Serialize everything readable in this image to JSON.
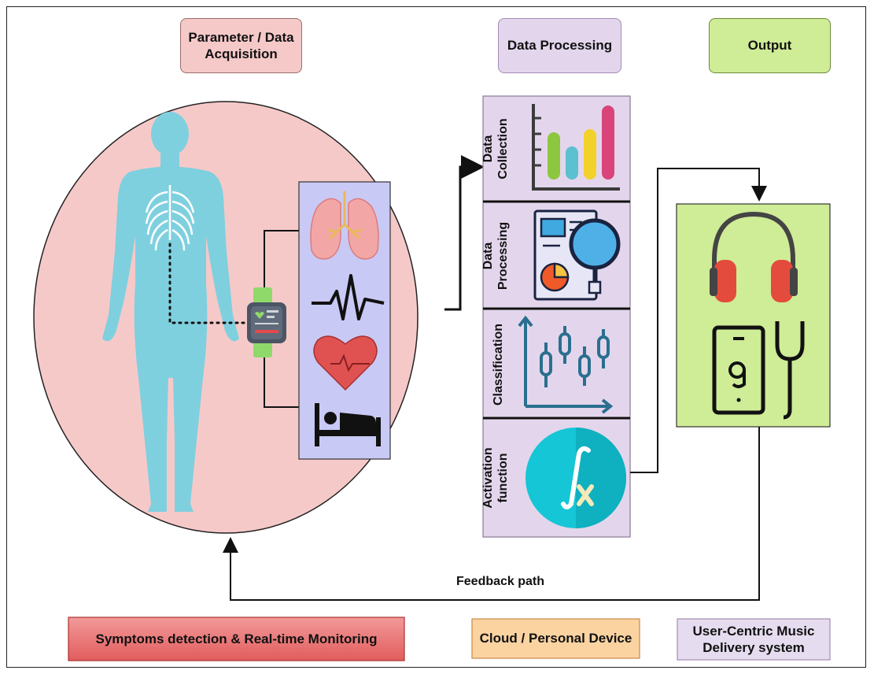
{
  "headers": {
    "acquisition": "Parameter / Data Acquisition",
    "processing": "Data Processing",
    "output": "Output"
  },
  "pipeline": {
    "stage1": [
      "Data",
      "Collection"
    ],
    "stage2": [
      "Data",
      "Processing"
    ],
    "stage3": [
      "Classification"
    ],
    "stage4": [
      "Activation",
      "function"
    ]
  },
  "feedback_label": "Feedback path",
  "footers": {
    "symptoms": "Symptoms detection & Real-time Monitoring",
    "cloud": "Cloud / Personal Device",
    "music": "User-Centric Music Delivery system"
  },
  "colors": {
    "acq_fill": "#f6c9c9",
    "proc_fill": "#e3d6ec",
    "out_fill": "#cfec96",
    "sensor_panel": "#c9c9f5",
    "body": "#7fd0df",
    "symptoms_fill": "#e97676",
    "cloud_fill": "#fbd3a1",
    "music_fill": "#e6dcef"
  },
  "icons": [
    "lungs-icon",
    "heartbeat-icon",
    "heart-icon",
    "sleep-bed-icon",
    "smartwatch-icon",
    "bar-chart-icon",
    "report-magnifier-icon",
    "boxplot-icon",
    "activation-function-icon",
    "headphones-icon",
    "media-player-stethoscope-icon"
  ]
}
